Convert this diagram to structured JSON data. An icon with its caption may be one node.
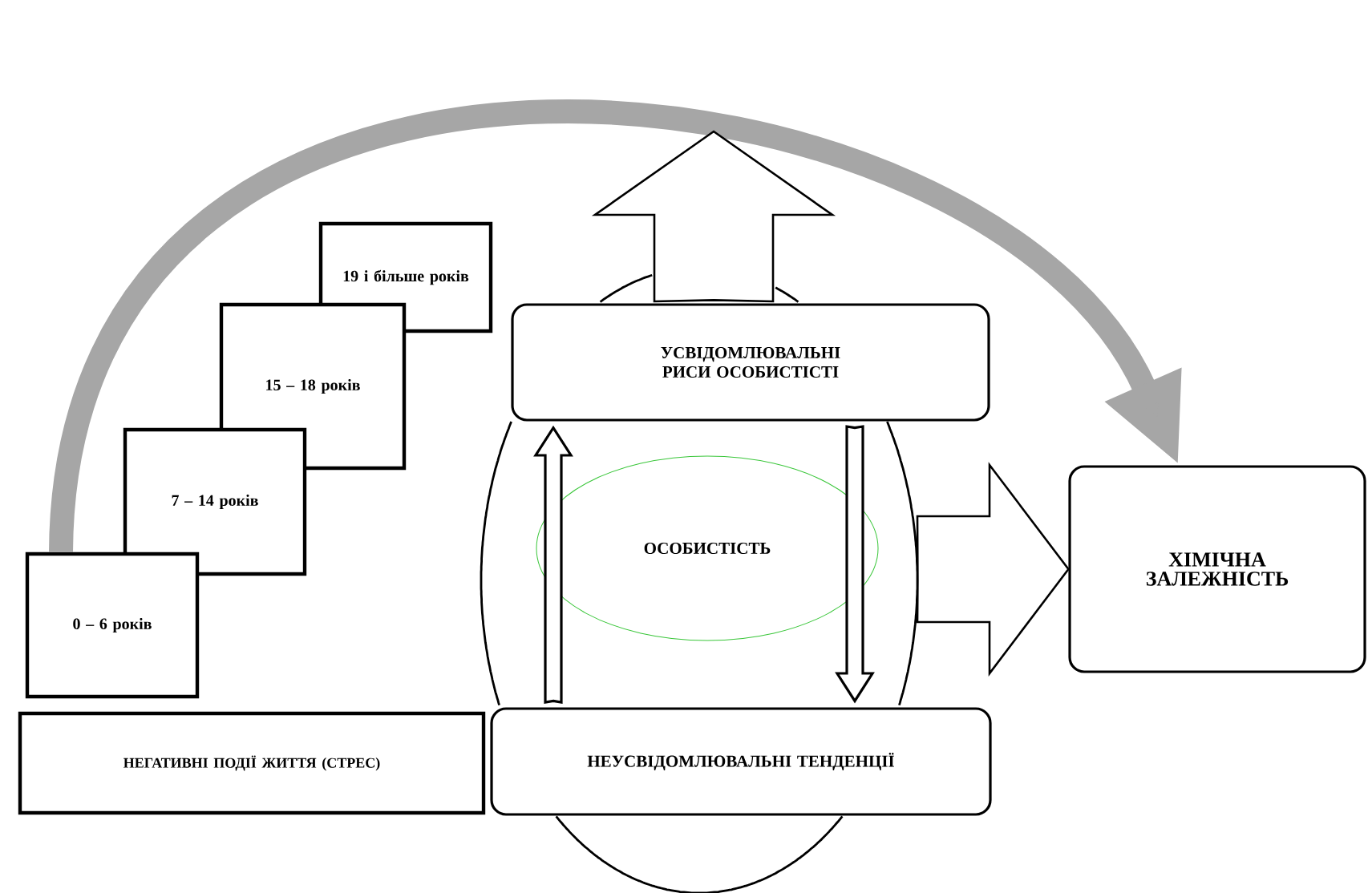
{
  "diagram": {
    "nodes": [
      {
        "text": [
          "0 – 6 років"
        ]
      },
      {
        "text": [
          "7 – 14 років"
        ]
      },
      {
        "text": [
          "15 – 18 років"
        ]
      },
      {
        "text": [
          "19 і більше років"
        ]
      },
      {
        "text": [
          "НЕГАТИВНІ ПОДІЇ ЖИТТЯ  (СТРЕС)"
        ]
      },
      {
        "text": [],
        "shape": "ellipse"
      },
      {
        "text": [
          "УСВІДОМЛЮВАЛЬНІ РИСИ ОСОБИСТІСТІ"
        ]
      },
      {
        "text": [
          "ОСОБИСТІСТЬ"
        ],
        "in": 5
      },
      {
        "text": [
          "НЕУСВІДОМЛЮВАЛЬНІ ТЕНДЕНЦІЇ"
        ]
      },
      {
        "text": [
          "ХІМІЧНА ЗАЛЕЖНІСТЬ"
        ]
      }
    ],
    "edges": [
      {
        "from": 0,
        "to": 9,
        "arrow": "to",
        "color": "#a6a6a6"
      },
      {
        "from": 6,
        "to": null,
        "arrow": "to"
      },
      {
        "from": 8,
        "to": 6,
        "arrow": "to"
      },
      {
        "from": 6,
        "to": 8,
        "arrow": "to"
      },
      {
        "from": 5,
        "to": 9,
        "arrow": "to"
      }
    ]
  }
}
